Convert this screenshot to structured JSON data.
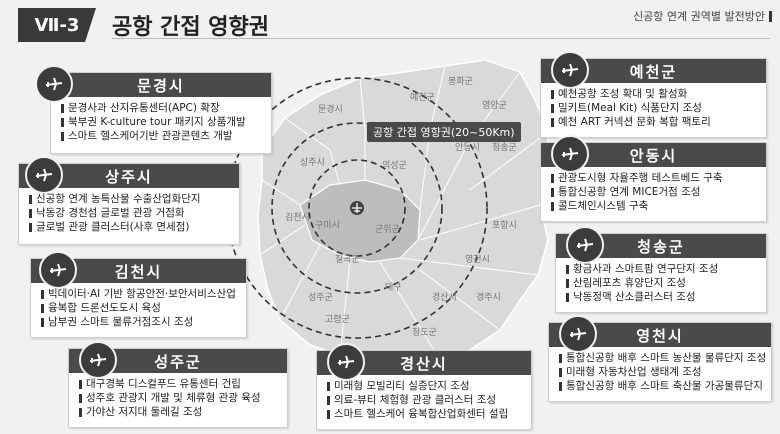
{
  "header": {
    "section": "Ⅶ-3",
    "title": "공항 간접 영향권",
    "doc_title": "신공항 연계 권역별 발전방안"
  },
  "map": {
    "ring_label": "공항 간접 영향권(20~50Km)",
    "regions": [
      "문경시",
      "예천군",
      "안동시",
      "상주시",
      "의성군",
      "군위군",
      "칠곡군",
      "김천시",
      "구미시",
      "성주군",
      "대구",
      "경산시",
      "영천시",
      "청송군",
      "영양군",
      "봉화군",
      "청도군",
      "고령군",
      "포항시",
      "경주시"
    ]
  },
  "cards": {
    "mungyeong": {
      "title": "문경시",
      "items": [
        "문경사과 산지유통센터(APC) 확장",
        "북부권 K-culture tour 패키지 상품개발",
        "스마트 헬스케어기반 관광콘텐츠 개발"
      ]
    },
    "sangju": {
      "title": "상주시",
      "items": [
        "신공항 연계 농특산물 수출산업화단지",
        "낙동강 경천섬 글로벌 관광 거점화",
        "글로벌 관광 클러스터(사후 면세점)"
      ]
    },
    "gimcheon": {
      "title": "김천시",
      "items": [
        "빅데이터·AI 기반 항공안전·보안서비스산업",
        "융복합 드론선도도시 육성",
        "남부권 스마트 물류거점조시 조성"
      ]
    },
    "seongju": {
      "title": "성주군",
      "items": [
        "대구경북 디스컬푸드 유통센터 건립",
        "성주호 관광지 개발 및 체류형 관광 육성",
        "가야산 저지대 둘레길 조성"
      ]
    },
    "gyeongsan": {
      "title": "경산시",
      "items": [
        "미래형 모빌리티 실증단지 조성",
        "의료-뷰티 체험형 관광 클러스터 조성",
        "스마트 헬스케어 융복합산업화센터 설립"
      ]
    },
    "yecheon": {
      "title": "예천군",
      "items": [
        "예천공항 조성 확대 및 활성화",
        "밀키트(Meal Kit) 식품단지 조성",
        "예천 ART 커넥션 문화 복합 팩토리"
      ]
    },
    "andong": {
      "title": "안동시",
      "items": [
        "관광도시형 자율주행 테스트베드 구축",
        "통합신공항 연계 MICE거점 조성",
        "콜드체인시스템 구축"
      ]
    },
    "cheongsong": {
      "title": "청송군",
      "items": [
        "황금사과 스마트팜 연구단지 조성",
        "산림레포츠 휴양단지 조성",
        "낙동정맥 산소클러스터 조성"
      ]
    },
    "yeongcheon": {
      "title": "영천시",
      "items": [
        "통합신공항 배후 스마트 농산물 물류단지 조성",
        "미래형 자동차산업 생태계 조성",
        "통합신공항 배후 스마트 축산물 가공물류단지"
      ]
    }
  }
}
